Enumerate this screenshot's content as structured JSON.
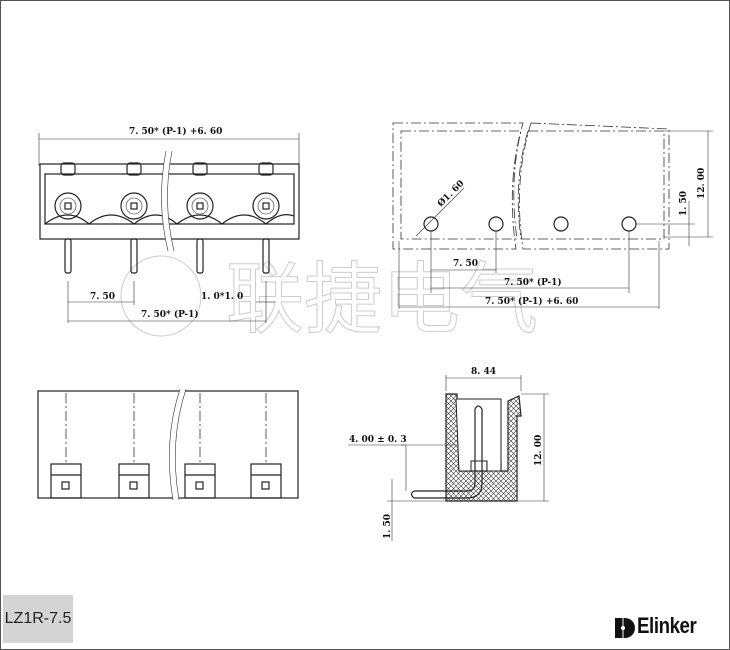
{
  "watermark": "联捷电气",
  "front_view": {
    "overall": "7. 50* (P-1) +6. 60",
    "pitch": "7. 50",
    "pin_span": "7. 50* (P-1)",
    "pin_size": "1. 0*1. 0"
  },
  "pcb_layout": {
    "hole": "Ø1. 60",
    "pitch": "7. 50",
    "pin_span": "7. 50* (P-1)",
    "overall": "7. 50* (P-1) +6. 60",
    "offset": "1. 50",
    "height": "12. 00"
  },
  "side_view": {
    "width": "8. 44",
    "height": "12. 00",
    "pin_offset": "4. 00 ± 0. 3",
    "pin_tail": "1. 50"
  },
  "footer": {
    "model": "LZ1R-7.5",
    "brand": "Elinker"
  }
}
